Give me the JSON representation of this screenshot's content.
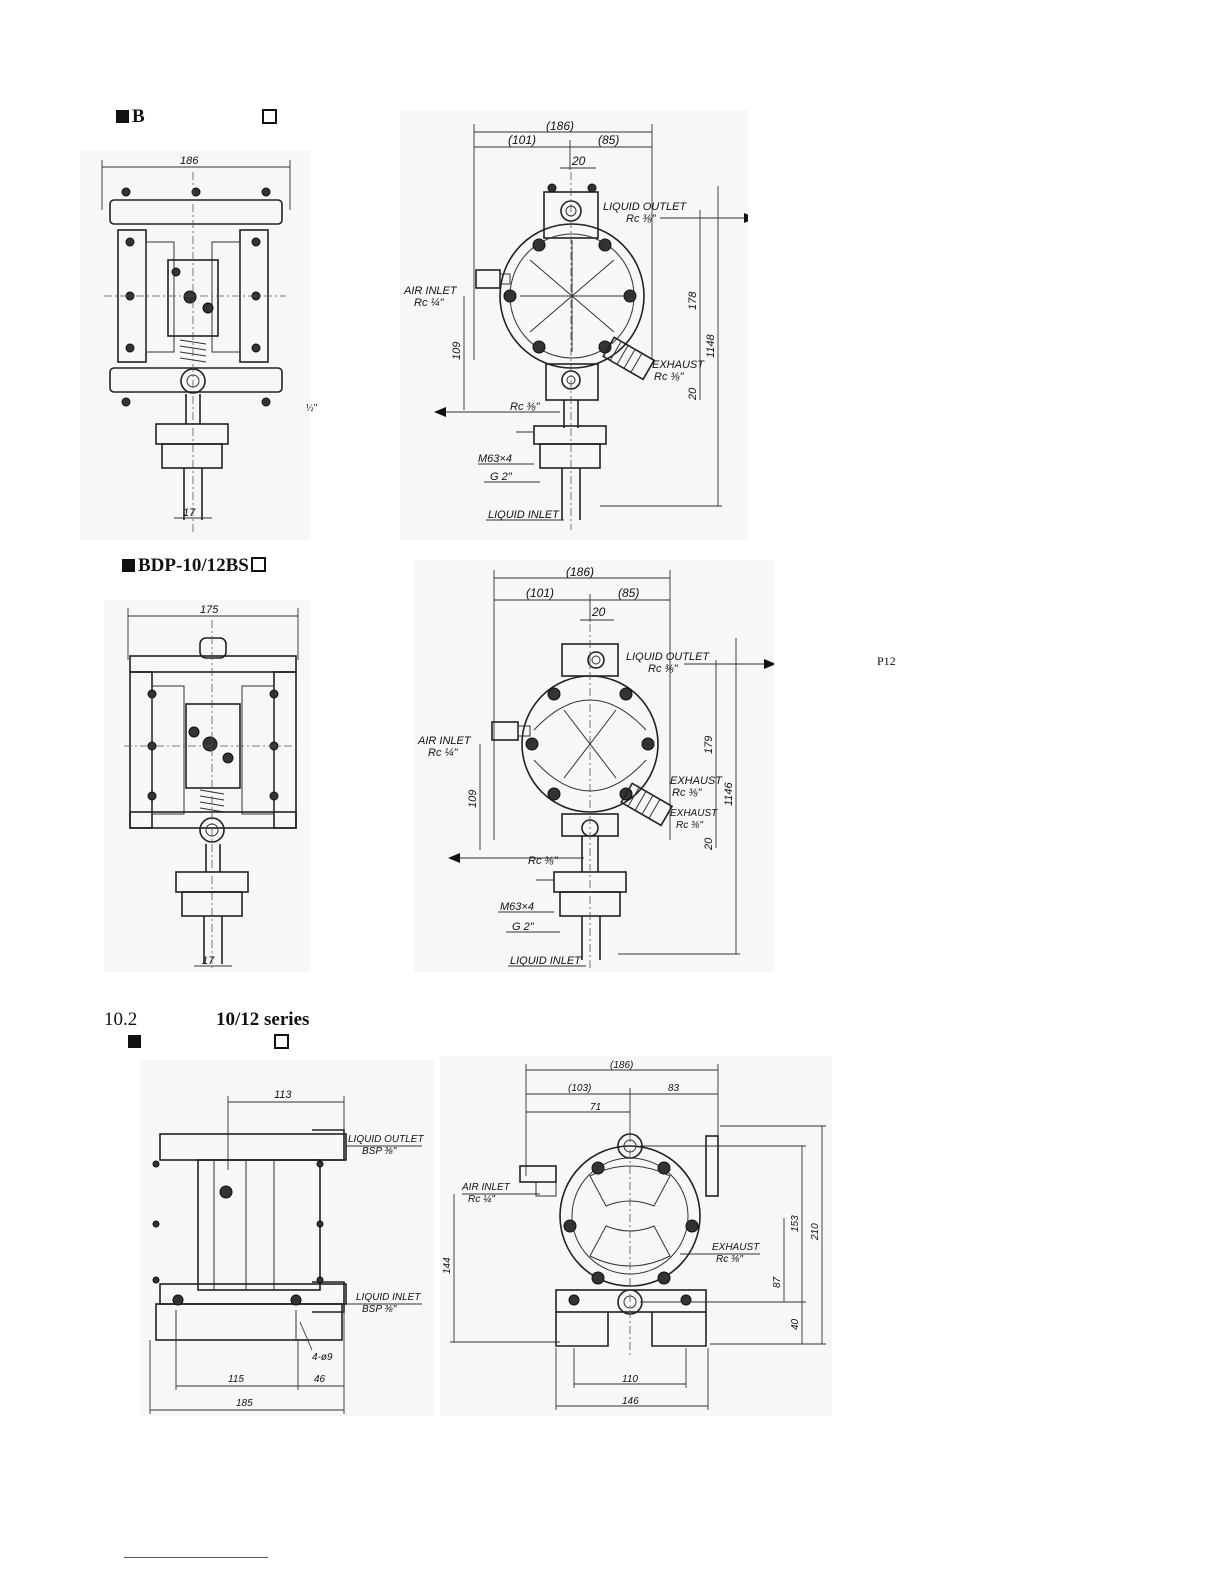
{
  "section1": {
    "title_prefix": "B",
    "note_half_inch": "½\"",
    "front": {
      "dim_width": "186",
      "dim_port": "17"
    },
    "side": {
      "dim_total": "(186)",
      "dim_left": "(101)",
      "dim_right": "(85)",
      "dim_offset": "20",
      "liquid_outlet": "LIQUID OUTLET",
      "outlet_thread": "Rc ⅜\"",
      "air_inlet": "AIR INLET",
      "air_thread": "Rc ¼\"",
      "exhaust": "EXHAUST",
      "exhaust_thread": "Rc ⅜\"",
      "drain_thread": "Rc ⅜\"",
      "m63": "M63×4",
      "g2": "G 2\"",
      "liquid_inlet": "LIQUID INLET",
      "dim_109": "109",
      "dim_178": "178",
      "dim_1148": "1148",
      "dim_20": "20"
    }
  },
  "section2": {
    "title": "BDP-10/12BS",
    "page_ref": "P12",
    "front": {
      "dim_width": "175",
      "dim_port": "17"
    },
    "side": {
      "dim_total": "(186)",
      "dim_left": "(101)",
      "dim_right": "(85)",
      "dim_offset": "20",
      "liquid_outlet": "LIQUID OUTLET",
      "outlet_thread": "Rc ⅜\"",
      "air_inlet": "AIR INLET",
      "air_thread": "Rc ¼\"",
      "exhaust": "EXHAUST",
      "exhaust_thread": "Rc ⅜\"",
      "exhaust2": "EXHAUST",
      "exhaust2_thread": "Rc ⅜\"",
      "drain_thread": "Rc ⅜\"",
      "m63": "M63×4",
      "g2": "G 2\"",
      "liquid_inlet": "LIQUID INLET",
      "dim_109": "109",
      "dim_179": "179",
      "dim_1146": "1146",
      "dim_20": "20"
    }
  },
  "section3": {
    "number": "10.2",
    "title": "10/12 series",
    "front": {
      "dim_113": "113",
      "liquid_outlet": "LIQUID OUTLET",
      "outlet_thread": "BSP ⅜\"",
      "liquid_inlet": "LIQUID INLET",
      "inlet_thread": "BSP ⅜\"",
      "holes": "4-ø9",
      "dim_115": "115",
      "dim_46": "46",
      "dim_185": "185"
    },
    "side": {
      "dim_total": "(186)",
      "dim_left": "(103)",
      "dim_right": "83",
      "dim_71": "71",
      "air_inlet": "AIR INLET",
      "air_thread": "Rc ¼\"",
      "exhaust": "EXHAUST",
      "exhaust_thread": "Rc ⅜\"",
      "dim_144": "144",
      "dim_153": "153",
      "dim_210": "210",
      "dim_87": "87",
      "dim_40": "40",
      "dim_110": "110",
      "dim_146": "146"
    }
  }
}
